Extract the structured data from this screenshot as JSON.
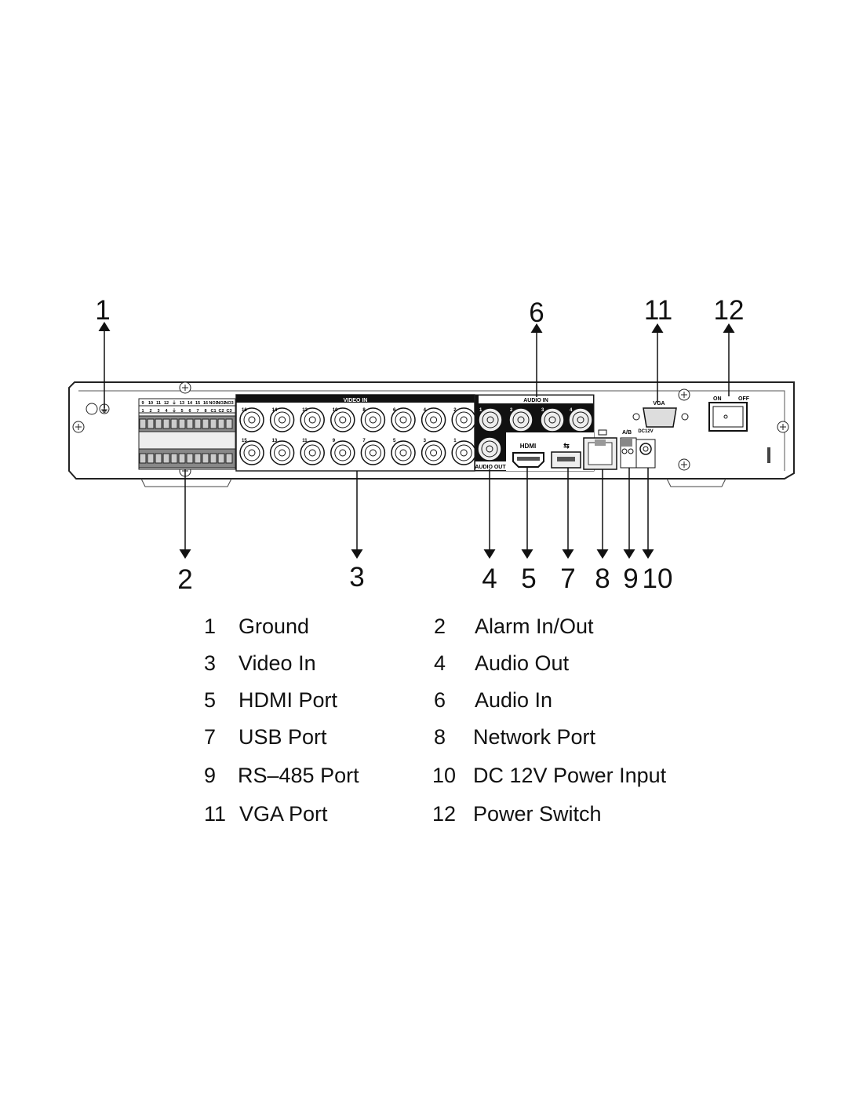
{
  "callouts": [
    "1",
    "2",
    "3",
    "4",
    "5",
    "6",
    "7",
    "8",
    "9",
    "10",
    "11",
    "12"
  ],
  "legend": [
    {
      "num": "1",
      "label": "Ground"
    },
    {
      "num": "2",
      "label": "Alarm In/Out"
    },
    {
      "num": "3",
      "label": "Video In"
    },
    {
      "num": "4",
      "label": "Audio Out"
    },
    {
      "num": "5",
      "label": "HDMI Port"
    },
    {
      "num": "6",
      "label": "Audio In"
    },
    {
      "num": "7",
      "label": "USB Port"
    },
    {
      "num": "8",
      "label": "Network Port"
    },
    {
      "num": "9",
      "label": "RS–485 Port"
    },
    {
      "num": "10",
      "label": "DC 12V Power Input"
    },
    {
      "num": "11",
      "label": "VGA Port"
    },
    {
      "num": "12",
      "label": "Power Switch"
    }
  ],
  "panel": {
    "video_in": "VIDEO IN",
    "audio_in": "AUDIO IN",
    "audio_out": "AUDIO OUT",
    "vga": "VGA",
    "on": "ON",
    "off": "OFF",
    "ab": "A/B",
    "dc12v": "DC12V",
    "hdmi": "HDMI",
    "terminal_top": [
      "9",
      "10",
      "11",
      "12",
      "⏚",
      "13",
      "14",
      "15",
      "16",
      "NO1",
      "NO2",
      "NO3"
    ],
    "terminal_bottom": [
      "1",
      "2",
      "3",
      "4",
      "⏚",
      "5",
      "6",
      "7",
      "8",
      "C1",
      "C2",
      "C3"
    ],
    "video_top": [
      "16",
      "14",
      "12",
      "10",
      "8",
      "6",
      "4",
      "2"
    ],
    "video_bottom": [
      "15",
      "13",
      "11",
      "9",
      "7",
      "5",
      "3",
      "1"
    ],
    "audio_in_nums": [
      "1",
      "2",
      "3",
      "4"
    ]
  }
}
